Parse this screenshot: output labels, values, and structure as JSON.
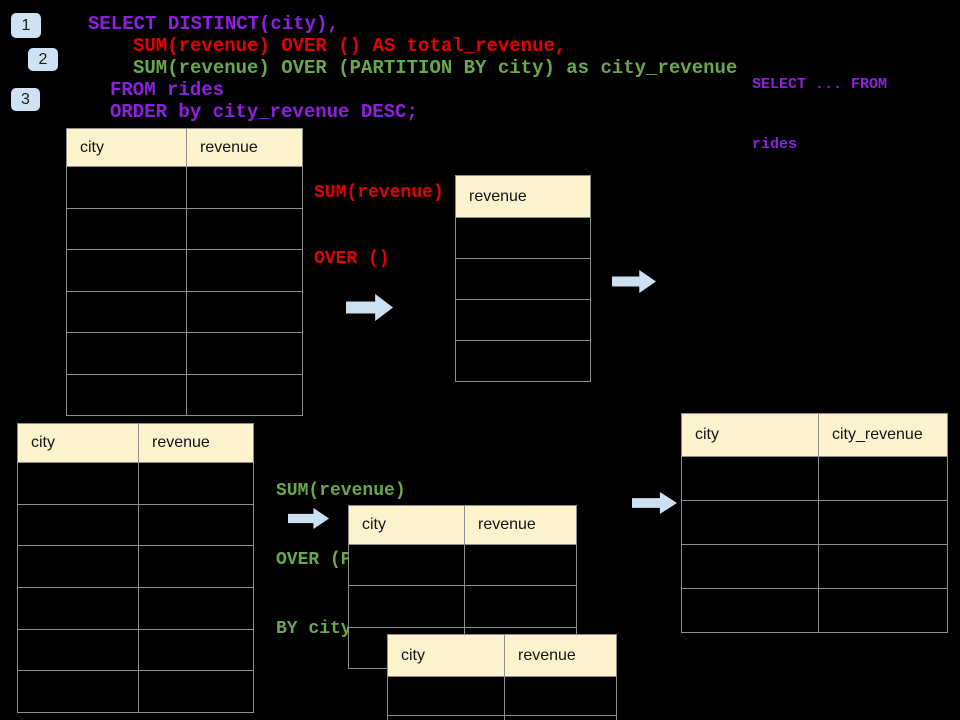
{
  "colors": {
    "purple": "#8E20E0",
    "red": "#E50000",
    "green": "#6AA84F",
    "arrow_blue": "#CDE0F2",
    "badge_blue": "#CFE2F3",
    "header_cream": "#FDF2CE"
  },
  "step_badges": {
    "one": "1",
    "two": "2",
    "three": "3"
  },
  "sql_code": {
    "line1": "SELECT DISTINCT(city),",
    "line2": "SUM(revenue) OVER () AS total_revenue,",
    "line3": "SUM(revenue) OVER (PARTITION BY city) as city_revenue",
    "line4": "FROM rides",
    "line5": "ORDER by city_revenue DESC;"
  },
  "side_note": {
    "line1": "SELECT ... FROM",
    "line2": "rides"
  },
  "label_total": {
    "line1": "SUM(revenue)",
    "line2": "OVER ()"
  },
  "label_partition": {
    "line1": "SUM(revenue)",
    "line2": "OVER (PARTITION",
    "line3": "BY city)"
  },
  "tables": {
    "source_top": {
      "columns": [
        "city",
        "revenue"
      ],
      "empty_rows": 6
    },
    "total_revenue": {
      "columns": [
        "revenue"
      ],
      "empty_rows": 4
    },
    "source_bottom": {
      "columns": [
        "city",
        "revenue"
      ],
      "empty_rows": 6
    },
    "partition_a": {
      "columns": [
        "city",
        "revenue"
      ],
      "empty_rows": 3
    },
    "partition_b": {
      "columns": [
        "city",
        "revenue"
      ],
      "empty_rows": 2
    },
    "result": {
      "columns": [
        "city",
        "city_revenue"
      ],
      "empty_rows": 4
    }
  }
}
